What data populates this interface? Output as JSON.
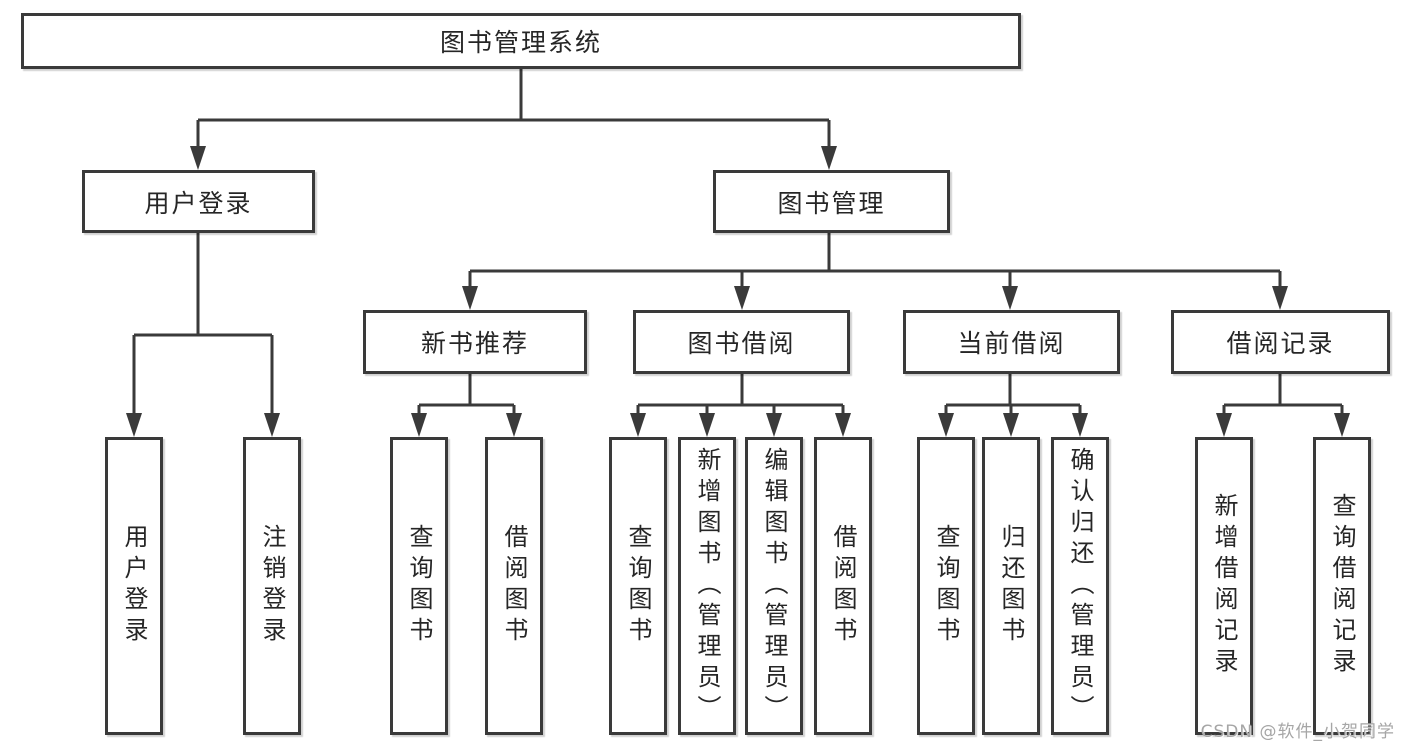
{
  "tree": {
    "root": "图书管理系统",
    "branches": [
      {
        "label": "用户登录",
        "children": [
          "用户登录",
          "注销登录"
        ]
      },
      {
        "label": "图书管理",
        "sections": [
          {
            "label": "新书推荐",
            "children": [
              "查询图书",
              "借阅图书"
            ]
          },
          {
            "label": "图书借阅",
            "children": [
              "查询图书",
              "新增图书（管理员）",
              "编辑图书（管理员）",
              "借阅图书"
            ]
          },
          {
            "label": "当前借阅",
            "children": [
              "查询图书",
              "归还图书",
              "确认归还（管理员）"
            ]
          },
          {
            "label": "借阅记录",
            "children": [
              "新增借阅记录",
              "查询借阅记录"
            ]
          }
        ]
      }
    ]
  },
  "watermark": {
    "text": "CSDN @软件_小贺同学"
  },
  "colors": {
    "line": "#3a3a3a",
    "border": "#3a3a3a",
    "text": "#262626",
    "background": "#ffffff",
    "watermark": "#a6a6a6"
  }
}
